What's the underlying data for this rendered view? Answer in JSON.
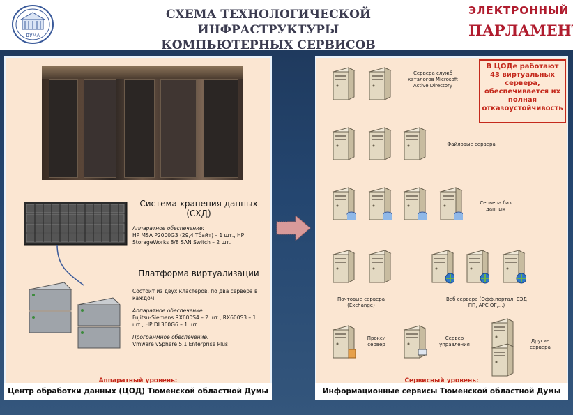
{
  "header": {
    "title_line1": "СХЕМА ТЕХНОЛОГИЧЕСКОЙ ИНФРАСТРУКТУРЫ",
    "title_line2": "КОМПЬЮТЕРНЫХ СЕРВИСОВ",
    "brand_line1": "ЭЛЕКТРОННЫЙ",
    "brand_line2": "ПАРЛАМЕНТ",
    "logo_text": "ДУМА"
  },
  "left_panel": {
    "storage_title_1": "Система хранения данных",
    "storage_title_2": "(СХД)",
    "storage_hw_label": "Аппаратное обеспечение:",
    "storage_hw_1": "HP MSA P2000G3 (29,4 Тбайт) – 1 шт., HP",
    "storage_hw_2": "StorageWorks 8/8 SAN Switch – 2 шт.",
    "virt_title": "Платформа виртуализации",
    "virt_desc_1": "Состоит из двух кластеров, по два сервера в",
    "virt_desc_2": "каждом.",
    "virt_hw_label": "Аппаратное обеспечение:",
    "virt_hw_1": "Fujitsu-Siemens RX600S4 – 2 шт., RX600S3 – 1",
    "virt_hw_2": "шт., HP DL360G6 – 1 шт.",
    "virt_sw_label": "Программное обеспечение:",
    "virt_sw_1": "Vmware vSphere 5.1 Enterprise Plus",
    "level_label": "Аппаратный уровень:",
    "footer": "Центр обработки данных (ЦОД) Тюменской областной Думы"
  },
  "right_panel": {
    "note": "В ЦОДе работают 43 виртуальных сервера, обеспечивается их полная отказоустойчивость",
    "label_directory": "Сервера служб каталогов Microsoft Active Directory",
    "label_file": "Файловые сервера",
    "label_db": "Сервера баз данных",
    "label_mail": "Почтовые сервера (Exchange)",
    "label_web": "Веб сервера (Офф.портал, СЭД ПП, АРС ОГ,...)",
    "label_proxy": "Прокси сервер",
    "label_mgmt": "Сервер управления",
    "label_other": "Другие сервера",
    "level_label": "Сервисный уровень:",
    "footer": "Информационные сервисы Тюменской областной Думы"
  },
  "colors": {
    "brand": "#b01c2e",
    "panel_bg": "#fbe6d2",
    "background": "#244670",
    "accent_red": "#c4291c"
  }
}
